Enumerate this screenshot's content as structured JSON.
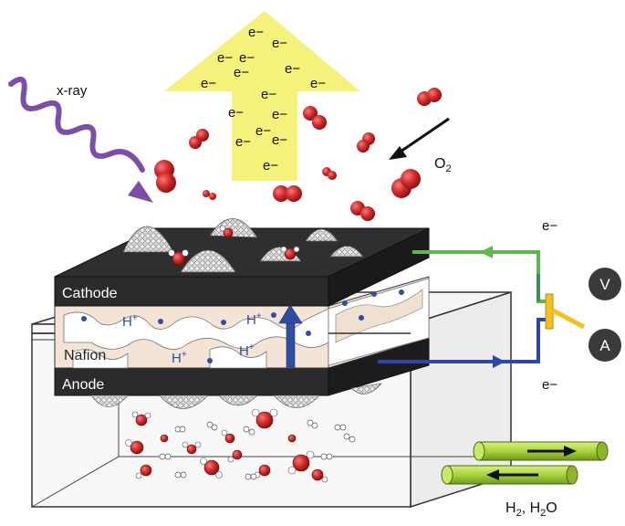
{
  "labels": {
    "xray": "x-ray",
    "o2_main": "O",
    "o2_sub": "2",
    "electron": "e−",
    "cathode": "Cathode",
    "nafion": "Nafion",
    "anode": "Anode",
    "proton_main": "H",
    "proton_sup": "+",
    "voltmeter": "V",
    "ammeter": "A",
    "gas_main_a": "H",
    "gas_sub_a": "2",
    "gas_main_b": ", H",
    "gas_sub_b": "2",
    "gas_main_c": "O"
  },
  "icons": {
    "xray_wave": "purple-wave-arrow",
    "emission": "yellow-up-arrow",
    "gas_flow": "green-pipe-arrows",
    "proton_flow": "blue-up-arrow"
  },
  "colors": {
    "xray": "#7b4fa8",
    "emission": "#f4f27a",
    "cathode_plate": "#2b2b2b",
    "nafion": "#f0e0d0",
    "oxygen": "#d42a2a",
    "external_wire_top": "#5cb84a",
    "external_wire_bottom": "#2b47a8",
    "pipe": "#a8d33b",
    "proton_arrow": "#2e4ea5",
    "meter": "#3a3a3a"
  }
}
